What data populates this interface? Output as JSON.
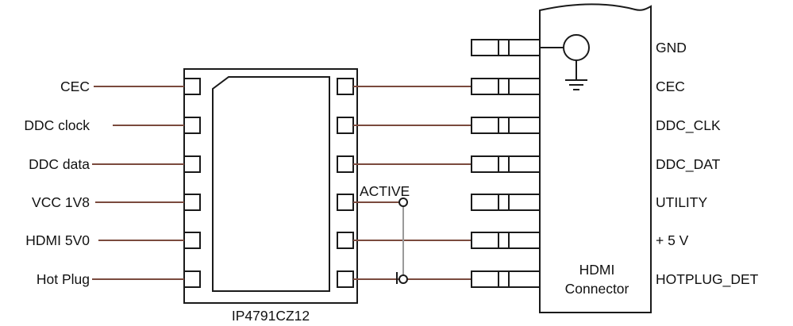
{
  "chip": {
    "name": "IP4791CZ12",
    "left_pins": [
      "CEC",
      "DDC clock",
      "DDC data",
      "VCC 1V8",
      "HDMI 5V0",
      "Hot Plug"
    ],
    "active_label": "ACTIVE"
  },
  "connector": {
    "title_line1": "HDMI",
    "title_line2": "Connector",
    "pins": [
      "GND",
      "CEC",
      "DDC_CLK",
      "DDC_DAT",
      "UTILITY",
      "+ 5 V",
      "HOTPLUG_DET"
    ]
  },
  "colors": {
    "wire": "#7a4a3d",
    "outline": "#1a1a1a",
    "jumper": "#9a9a9a"
  }
}
